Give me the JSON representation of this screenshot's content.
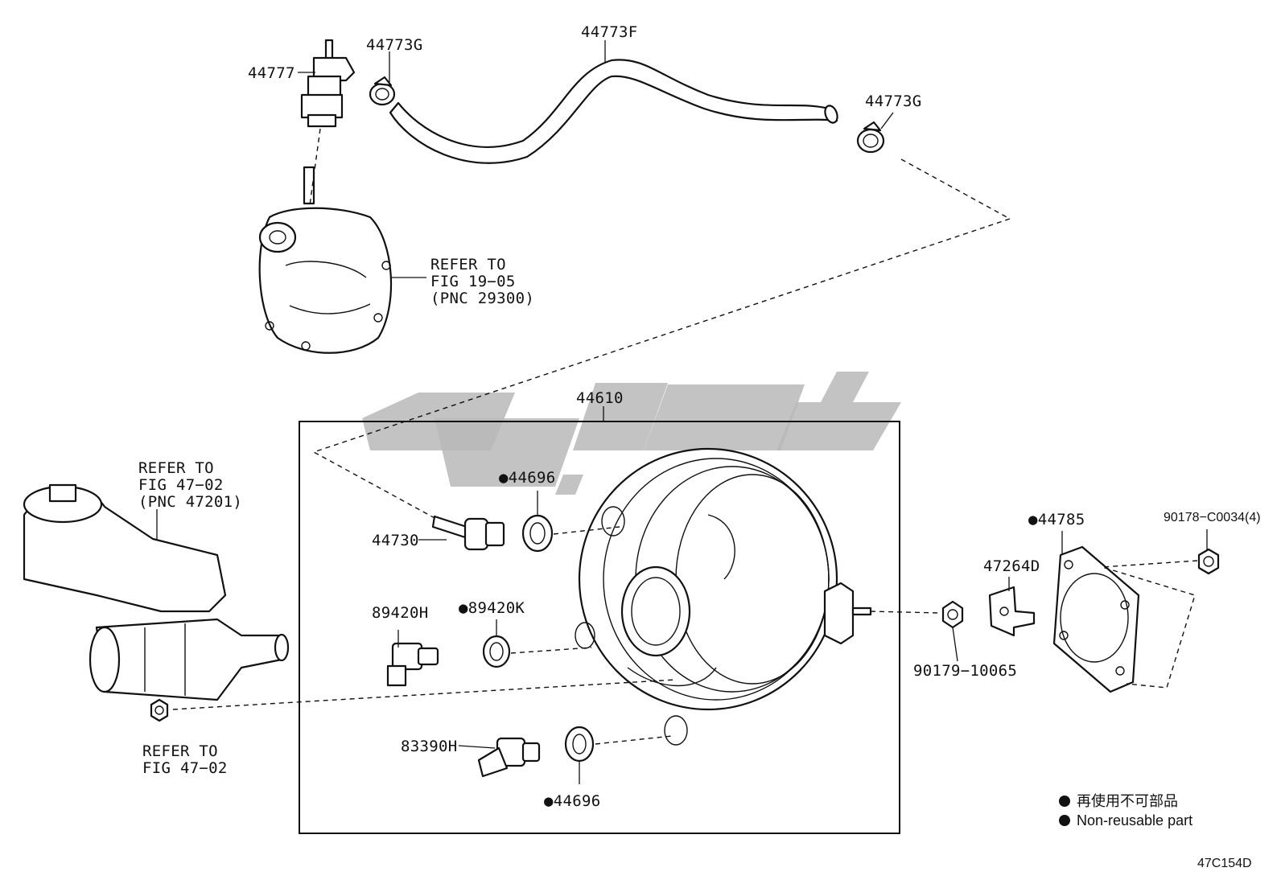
{
  "parts": {
    "p44777": "44777",
    "p44773g_left": "44773G",
    "p44773f": "44773F",
    "p44773g_right": "44773G",
    "p44610": "44610",
    "p44696_top": "●44696",
    "p44730": "44730",
    "p89420h": "89420H",
    "p89420k": "●89420K",
    "p83390h": "83390H",
    "p44696_bottom": "●44696",
    "p44785": "●44785",
    "p47264d": "47264D",
    "p90178": "90178−C0034(4)",
    "p90179": "90179−10065"
  },
  "references": {
    "pump_ref": [
      "REFER TO",
      "FIG 19−05",
      "(PNC 29300)"
    ],
    "reservoir_ref": [
      "REFER TO",
      "FIG 47−02",
      "(PNC 47201)"
    ],
    "nut_ref": [
      "REFER TO",
      "FIG 47−02"
    ]
  },
  "legend": {
    "chinese": "再使用不可部品",
    "english": "Non-reusable part"
  },
  "figure_code": "47C154D"
}
